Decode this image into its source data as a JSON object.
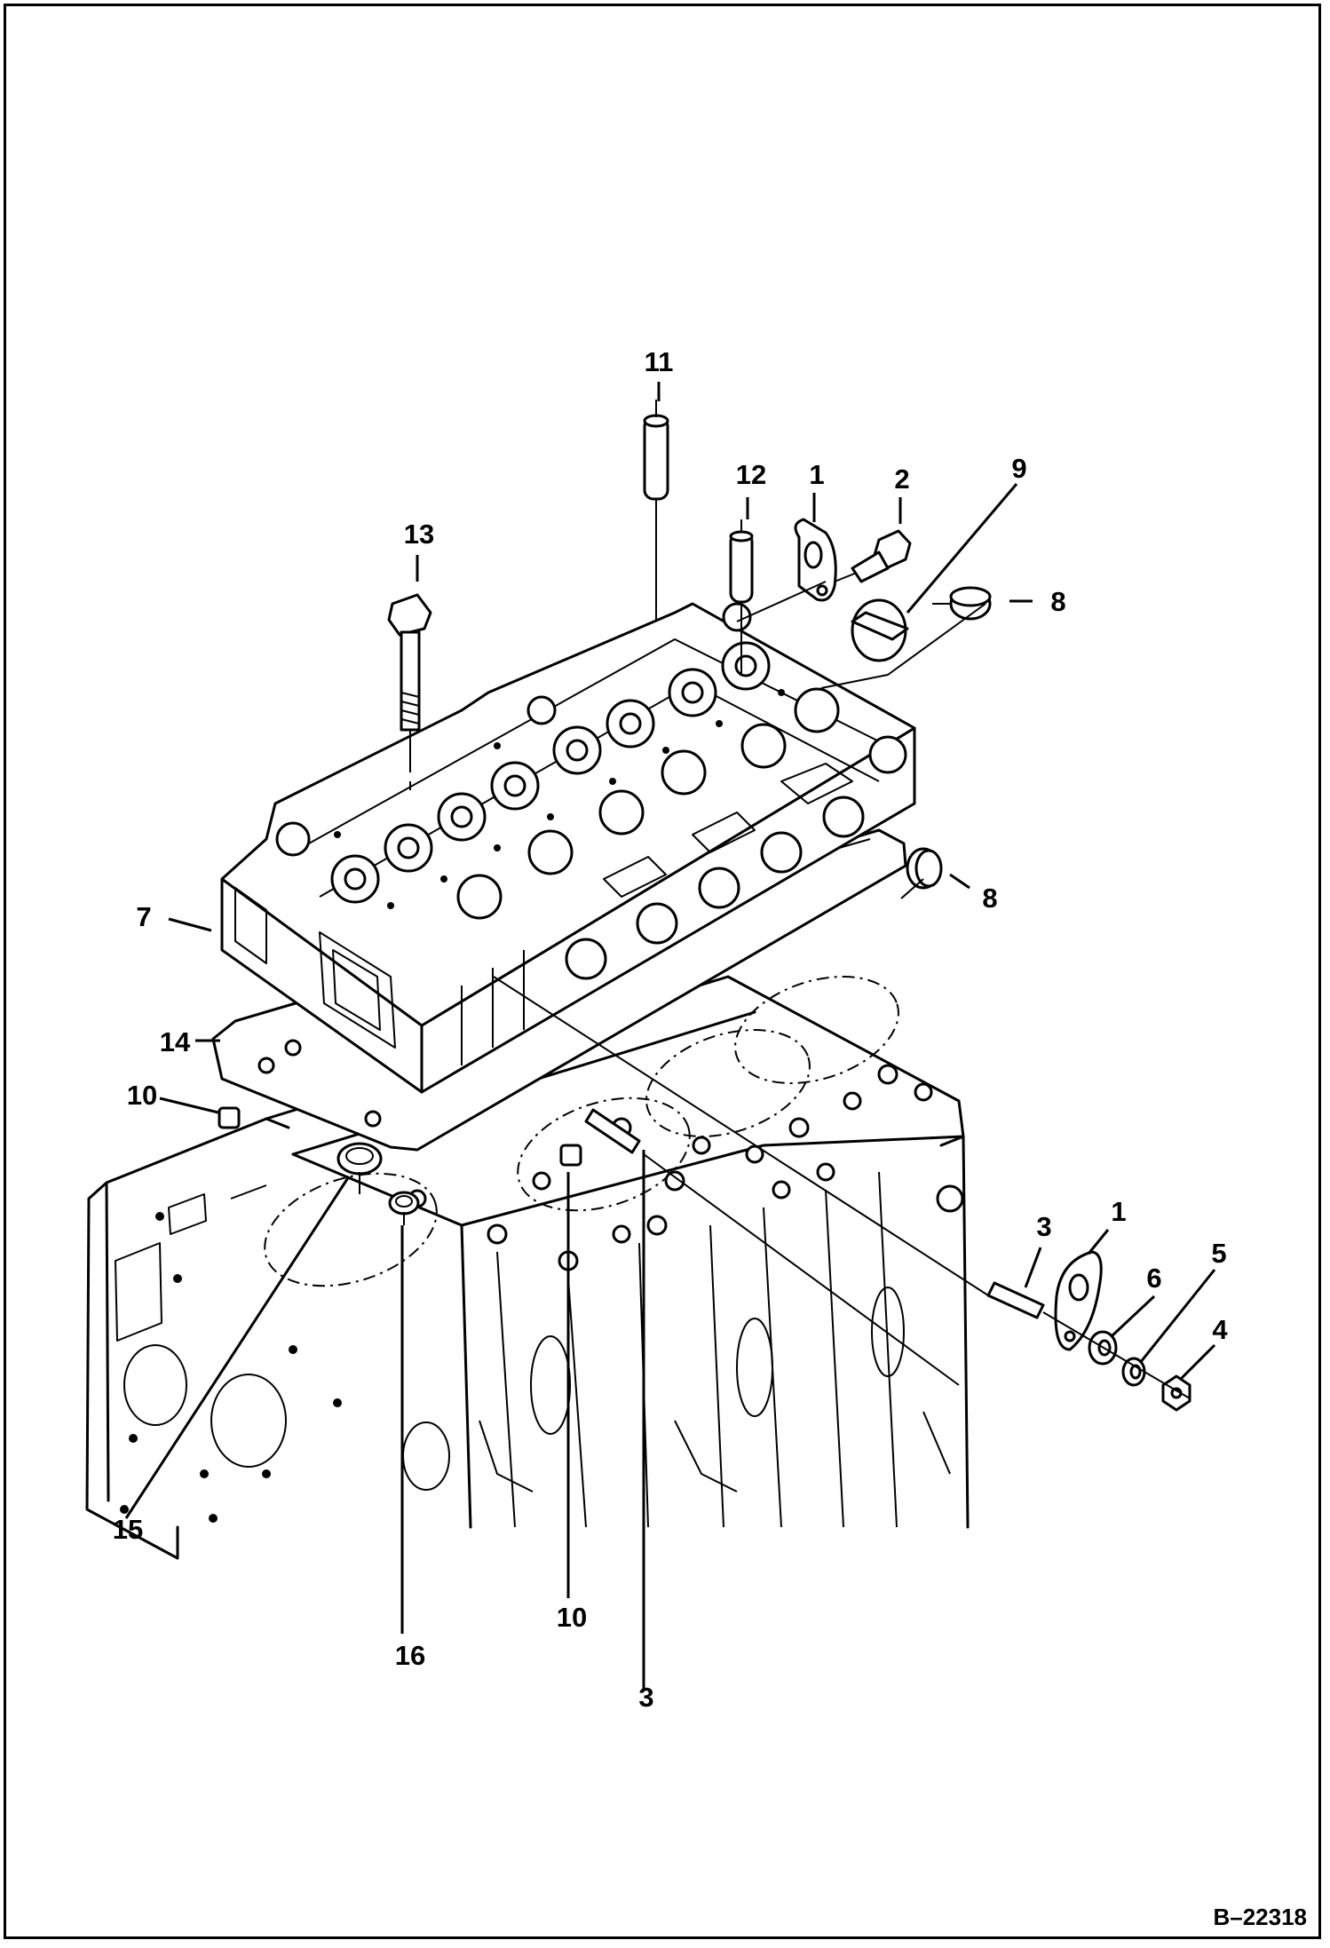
{
  "figure": {
    "reference": "B–22318",
    "callouts": [
      {
        "id": "c11",
        "text": "11"
      },
      {
        "id": "c12",
        "text": "12"
      },
      {
        "id": "c1a",
        "text": "1"
      },
      {
        "id": "c2",
        "text": "2"
      },
      {
        "id": "c9",
        "text": "9"
      },
      {
        "id": "c8a",
        "text": "8"
      },
      {
        "id": "c13",
        "text": "13"
      },
      {
        "id": "c8b",
        "text": "8"
      },
      {
        "id": "c7",
        "text": "7"
      },
      {
        "id": "c14",
        "text": "14"
      },
      {
        "id": "c10a",
        "text": "10"
      },
      {
        "id": "c3a",
        "text": "3"
      },
      {
        "id": "c1b",
        "text": "1"
      },
      {
        "id": "c5",
        "text": "5"
      },
      {
        "id": "c6",
        "text": "6"
      },
      {
        "id": "c4",
        "text": "4"
      },
      {
        "id": "c15",
        "text": "15"
      },
      {
        "id": "c10b",
        "text": "10"
      },
      {
        "id": "c16",
        "text": "16"
      },
      {
        "id": "c3b",
        "text": "3"
      }
    ]
  }
}
